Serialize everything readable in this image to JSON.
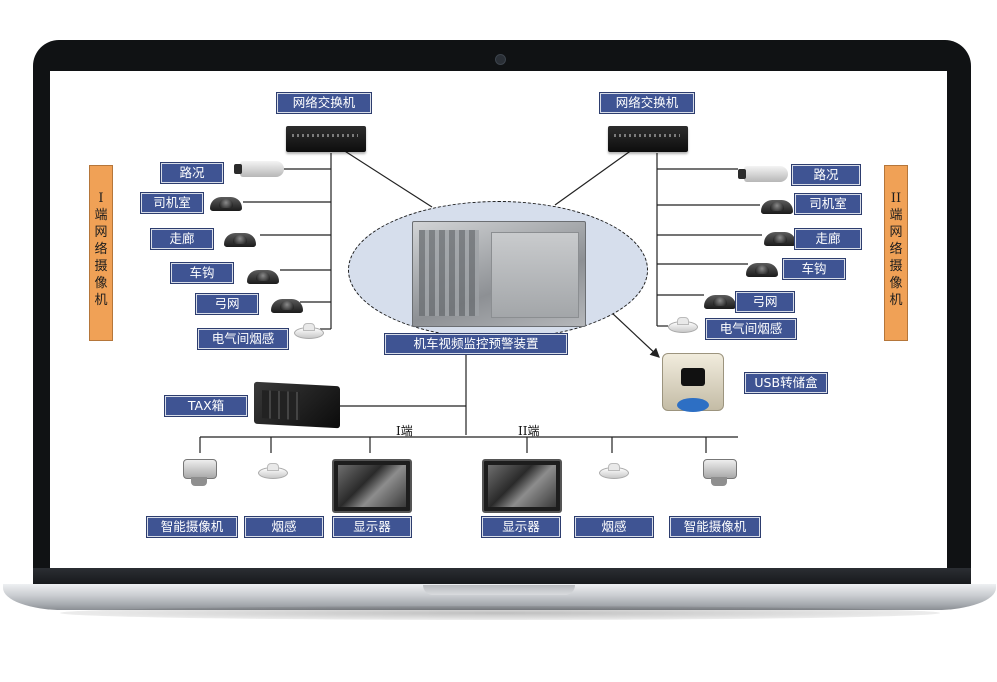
{
  "labels": {
    "switch_left": "网络交换机",
    "switch_right": "网络交换机",
    "center_device": "机车视频监控预警装置",
    "usb_box": "USB转储盒",
    "tax_box": "TAX箱",
    "terminal_1": "I端",
    "terminal_2": "II端",
    "left_vertical": "I端网络摄像机",
    "right_vertical": "II端网络摄像机"
  },
  "vertical_chars": {
    "left": [
      "I",
      "端",
      "网",
      "络",
      "摄",
      "像",
      "机"
    ],
    "right": [
      "II",
      "端",
      "网",
      "络",
      "摄",
      "像",
      "机"
    ]
  },
  "left_cameras": [
    "路况",
    "司机室",
    "走廊",
    "车钩",
    "弓网",
    "电气间烟感"
  ],
  "right_cameras": [
    "路况",
    "司机室",
    "走廊",
    "车钩",
    "弓网",
    "电气间烟感"
  ],
  "bottom_devices": [
    "智能摄像机",
    "烟感",
    "显示器",
    "显示器",
    "烟感",
    "智能摄像机"
  ],
  "colors": {
    "label_fill": "#3f5493",
    "vertical_label_fill": "#f0a156",
    "ellipse_fill": "#d6deec"
  },
  "icons": {
    "switch": "network-switch-icon",
    "bullet_camera": "bullet-camera-icon",
    "dome_camera": "dome-camera-icon",
    "smoke_detector": "smoke-detector-icon",
    "display": "display-monitor-icon",
    "smart_camera": "smart-camera-icon",
    "tax_box": "tax-box-icon",
    "usb_box": "usb-dump-box-icon"
  }
}
